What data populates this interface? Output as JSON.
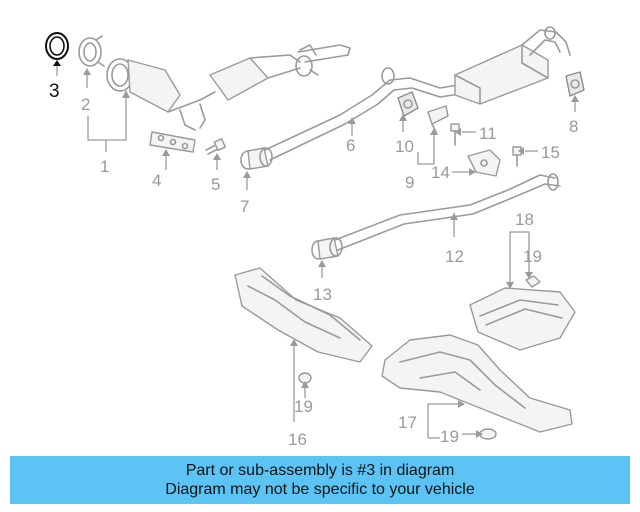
{
  "callouts": {
    "c1": "1",
    "c2": "2",
    "c3": "3",
    "c4": "4",
    "c5": "5",
    "c6": "6",
    "c7": "7",
    "c8": "8",
    "c9": "9",
    "c10": "10",
    "c11": "11",
    "c12": "12",
    "c13": "13",
    "c14": "14",
    "c15": "15",
    "c16": "16",
    "c17": "17",
    "c18": "18",
    "c19a": "19",
    "c19b": "19",
    "c19c": "19"
  },
  "highlight": {
    "part": "3",
    "color": "#111111"
  },
  "banner": {
    "line1": "Part or sub-assembly is #3 in diagram",
    "line2": "Diagram may not be specific to your vehicle",
    "color": "#5bc4f5"
  }
}
